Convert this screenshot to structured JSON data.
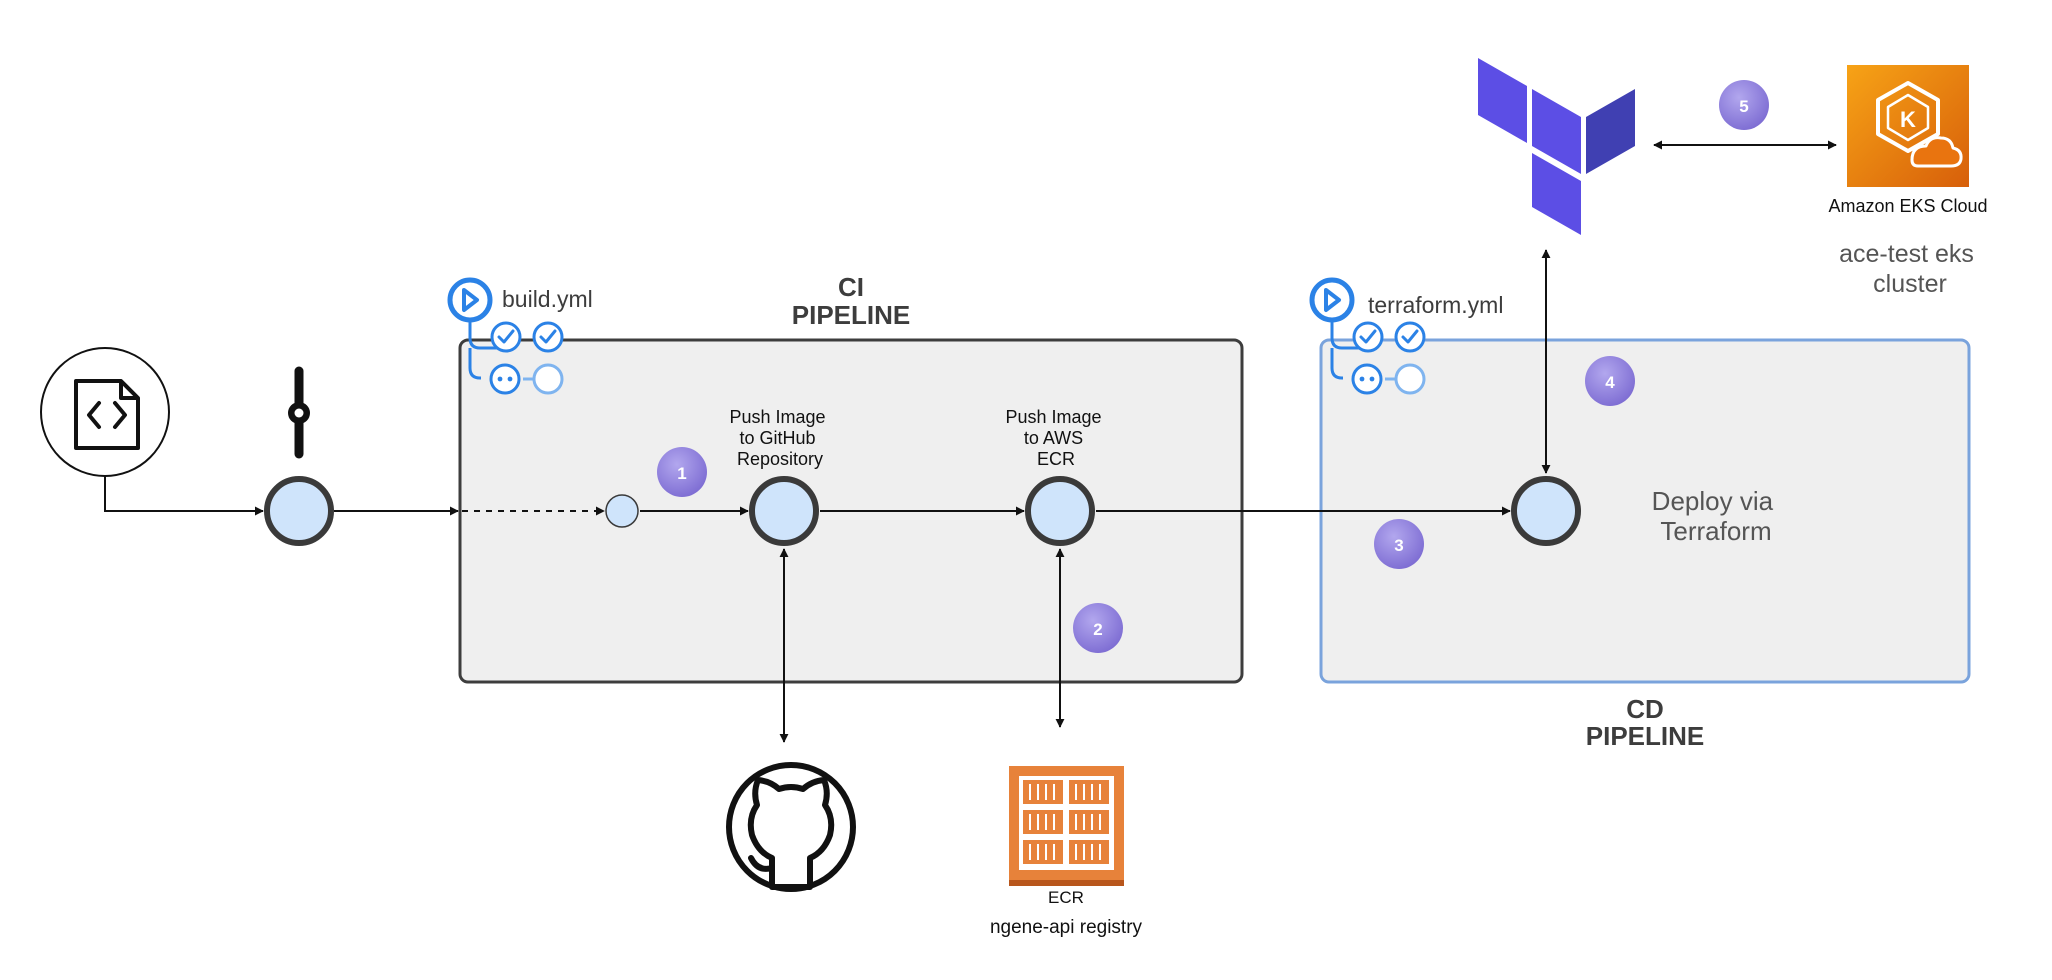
{
  "ci": {
    "title_line1": "CI",
    "title_line2": "PIPELINE",
    "workflow_file": "build.yml",
    "step_push_github": [
      "Push Image",
      "to GitHub",
      "Repository"
    ],
    "step_push_ecr": [
      "Push Image",
      "to AWS",
      "ECR"
    ]
  },
  "cd": {
    "title_line1": "CD",
    "title_line2": "PIPELINE",
    "workflow_file": "terraform.yml",
    "deploy_label": [
      "Deploy via",
      "Terraform"
    ]
  },
  "markers": [
    "1",
    "2",
    "3",
    "4",
    "5"
  ],
  "ecr": {
    "icon_label": "ECR",
    "caption": "ngene-api registry"
  },
  "eks": {
    "icon_label": "Amazon EKS Cloud",
    "caption": [
      "ace-test eks",
      "cluster"
    ]
  },
  "icons": {
    "source": "code-file-icon",
    "commit": "git-commit-icon",
    "workflow": "github-actions-workflow-icon",
    "github": "github-icon",
    "ecr": "aws-ecr-icon",
    "terraform": "terraform-icon",
    "eks": "aws-eks-icon"
  },
  "colors": {
    "node_fill": "#cfe4fb",
    "node_stroke": "#3a3a3a",
    "ci_panel_fill": "#efefef",
    "ci_panel_stroke": "#3d3d3d",
    "cd_panel_fill": "#efefef",
    "cd_panel_stroke": "#7aa3dc",
    "marker_fill": "#8a7bd8",
    "actions_blue": "#2b82e6",
    "terraform_purple": "#5c4ee5",
    "terraform_dark": "#4040b2",
    "ecr_orange": "#e7823a",
    "eks_orange": "#e9740f"
  }
}
